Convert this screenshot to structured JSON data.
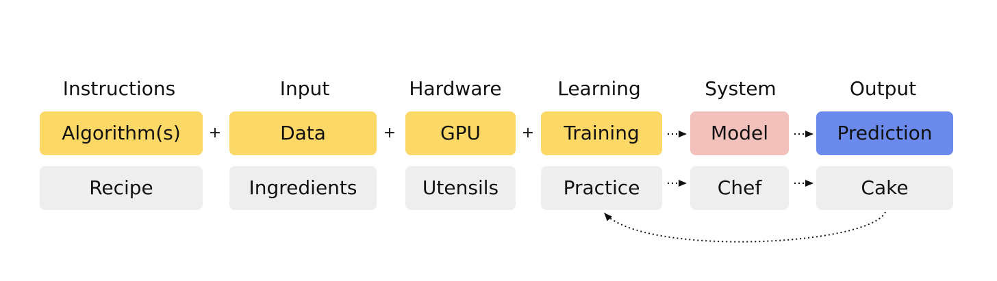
{
  "headers": {
    "instructions": "Instructions",
    "input": "Input",
    "hardware": "Hardware",
    "learning": "Learning",
    "system": "System",
    "output": "Output"
  },
  "top_row": {
    "algorithms": "Algorithm(s)",
    "data": "Data",
    "gpu": "GPU",
    "training": "Training",
    "model": "Model",
    "prediction": "Prediction"
  },
  "bottom_row": {
    "recipe": "Recipe",
    "ingredients": "Ingredients",
    "utensils": "Utensils",
    "practice": "Practice",
    "chef": "Chef",
    "cake": "Cake"
  },
  "operators": {
    "plus": "+"
  },
  "colors": {
    "yellow": "#fcd866",
    "gray": "#eeeeee",
    "pink": "#f2c1bc",
    "blue": "#6b8aeb",
    "text": "#111111"
  }
}
